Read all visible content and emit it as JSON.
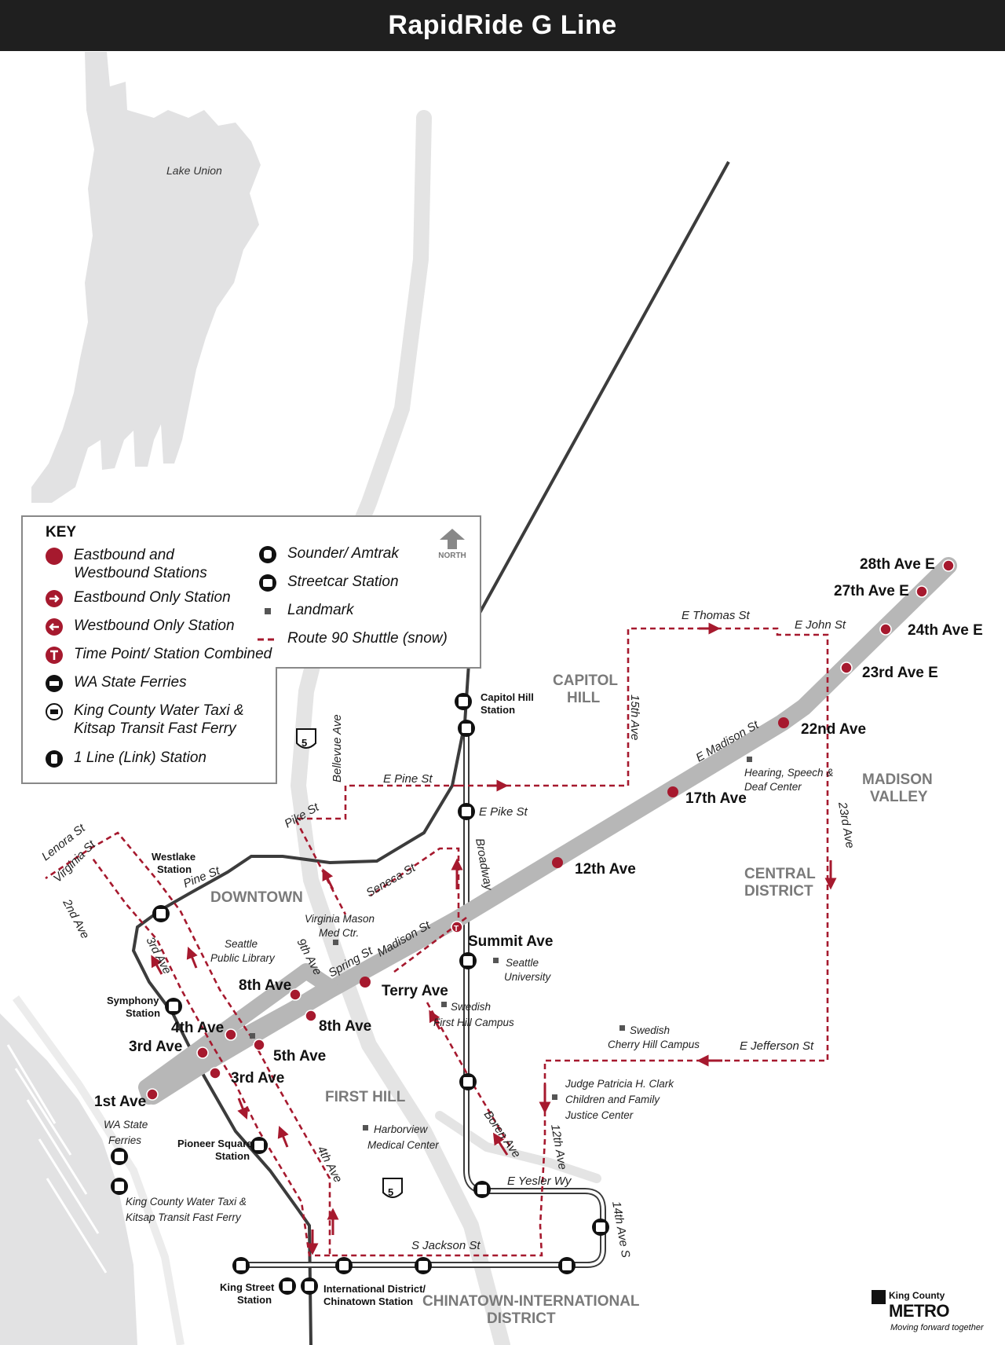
{
  "title": "RapidRide G Line",
  "colors": {
    "route": "#a6192e",
    "corridor": "#b7b7b7",
    "water": "#e2e2e3",
    "rail": "#3c3c3c",
    "header": "#1f1f1f"
  },
  "water_labels": {
    "lake_union": "Lake Union"
  },
  "stations": {
    "s_28th": "28th Ave E",
    "s_27th": "27th Ave E",
    "s_24th": "24th Ave E",
    "s_23rd": "23rd Ave E",
    "s_22nd": "22nd Ave",
    "s_17th": "17th Ave",
    "s_12th": "12th Ave",
    "s_summit": "Summit Ave",
    "s_terry": "Terry Ave",
    "s_8th_w": "8th Ave",
    "s_8th_e": "8th Ave",
    "s_5th": "5th Ave",
    "s_4th": "4th Ave",
    "s_3rd_w": "3rd Ave",
    "s_3rd_e": "3rd Ave",
    "s_1st": "1st Ave"
  },
  "rail_stations": {
    "capitol_hill_1": "Capitol Hill",
    "capitol_hill_2": "Station",
    "westlake_1": "Westlake",
    "westlake_2": "Station",
    "symphony_1": "Symphony",
    "symphony_2": "Station",
    "pioneer_1": "Pioneer Square",
    "pioneer_2": "Station",
    "king_1": "King Street",
    "king_2": "Station",
    "intl_1": "International District/",
    "intl_2": "Chinatown Station"
  },
  "streets": {
    "e_thomas": "E Thomas St",
    "e_john": "E John St",
    "fifteenth": "15th Ave",
    "e_madison": "E Madison St",
    "e_pine": "E Pine St",
    "e_pike": "E Pike St",
    "bellevue": "Bellevue Ave",
    "pike": "Pike St",
    "pine": "Pine St",
    "lenora": "Lenora St",
    "virginia": "Virginia St",
    "second": "2nd Ave",
    "third": "3rd Ave",
    "ninth": "9th Ave",
    "spring": "Spring St",
    "madison": "Madison St",
    "seneca": "Seneca St",
    "broadway": "Broadway",
    "twentythird": "23rd Ave",
    "e_jefferson": "E Jefferson St",
    "twelfth": "12th Ave",
    "boren": "Boren Ave",
    "e_yesler": "E Yesler Wy",
    "fourteenth": "14th Ave S",
    "s_jackson": "S Jackson St",
    "fourth": "4th Ave"
  },
  "neighborhoods": {
    "capitol_1": "CAPITOL",
    "capitol_2": "HILL",
    "madison_1": "MADISON",
    "madison_2": "VALLEY",
    "central_1": "CENTRAL",
    "central_2": "DISTRICT",
    "downtown": "DOWNTOWN",
    "first_hill": "FIRST HILL",
    "chinatown_1": "CHINATOWN-INTERNATIONAL",
    "chinatown_2": "DISTRICT"
  },
  "landmarks": {
    "hearing_1": "Hearing, Speech &",
    "hearing_2": "Deaf Center",
    "vm_1": "Virginia Mason",
    "vm_2": "Med Ctr.",
    "spl_1": "Seattle",
    "spl_2": "Public Library",
    "su_1": "Seattle",
    "su_2": "University",
    "swfh_1": "Swedish",
    "swfh_2": "First Hill Campus",
    "swch_1": "Swedish",
    "swch_2": "Cherry Hill Campus",
    "judge_1": "Judge Patricia H. Clark",
    "judge_2": "Children and Family",
    "judge_3": "Justice Center",
    "harbor_1": "Harborview",
    "harbor_2": "Medical Center",
    "ferries_1": "WA State",
    "ferries_2": "Ferries",
    "kcwt_1": "King County Water Taxi &",
    "kcwt_2": "Kitsap Transit Fast Ferry"
  },
  "highway": {
    "label": "5"
  },
  "key": {
    "title": "KEY",
    "north": "NORTH",
    "items": [
      {
        "label": "Eastbound and",
        "label2": "Westbound Stations",
        "icon": "dot-icon"
      },
      {
        "label": "Eastbound Only Station",
        "icon": "arrow-right-icon"
      },
      {
        "label": "Westbound Only Station",
        "icon": "arrow-left-icon"
      },
      {
        "label": "Time Point/ Station Combined",
        "icon": "timepoint-icon"
      },
      {
        "label": "WA State Ferries",
        "icon": "ferry-icon"
      },
      {
        "label": "King County Water Taxi &",
        "label2": "Kitsap Transit Fast Ferry",
        "icon": "water-taxi-icon"
      },
      {
        "label": "1 Line (Link) Station",
        "icon": "link-station-icon"
      },
      {
        "label": "Sounder/ Amtrak",
        "icon": "train-icon"
      },
      {
        "label": "Streetcar Station",
        "icon": "streetcar-icon"
      },
      {
        "label": "Landmark",
        "icon": "landmark-icon"
      },
      {
        "label": "Route 90 Shuttle (snow)",
        "icon": "dashed-line-icon"
      }
    ]
  },
  "logo": {
    "line1": "King County",
    "line2": "METRO",
    "tagline": "Moving forward together"
  }
}
